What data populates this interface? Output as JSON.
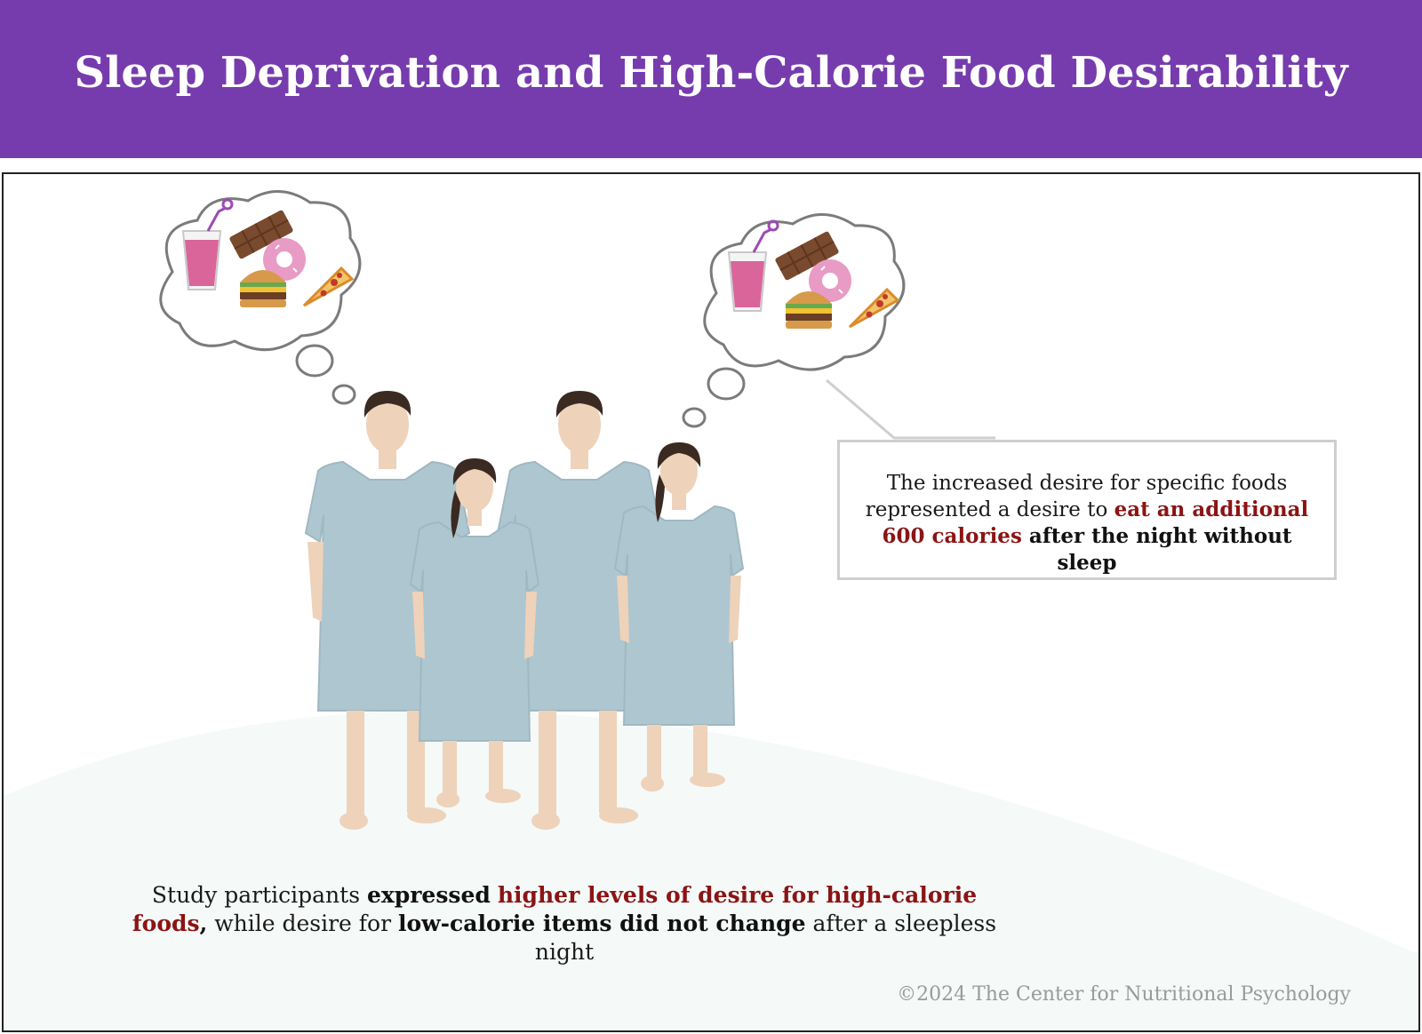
{
  "header": {
    "title": "Sleep Deprivation and High-Calorie Food Desirability",
    "bg": "#763cad"
  },
  "bubble": {
    "t1": "The increased desire for specific foods represented a desire to ",
    "t2": "eat an additional 600 calories",
    "t3": " after the night without sleep"
  },
  "caption": {
    "t1": "Study participants ",
    "t2": "expressed",
    "t3": " ",
    "t4": "higher levels of desire for high-calorie foods",
    "t5": ",",
    "t6": " while desire for ",
    "t7": "low-calorie items did not change",
    "t8": " after a sleepless night"
  },
  "credit": "©2024 The Center for Nutritional Psychology",
  "colors": {
    "highlight": "#8b1414",
    "gown": "#aec6cf",
    "skin": "#eed2b9",
    "hair": "#3b2a22"
  }
}
